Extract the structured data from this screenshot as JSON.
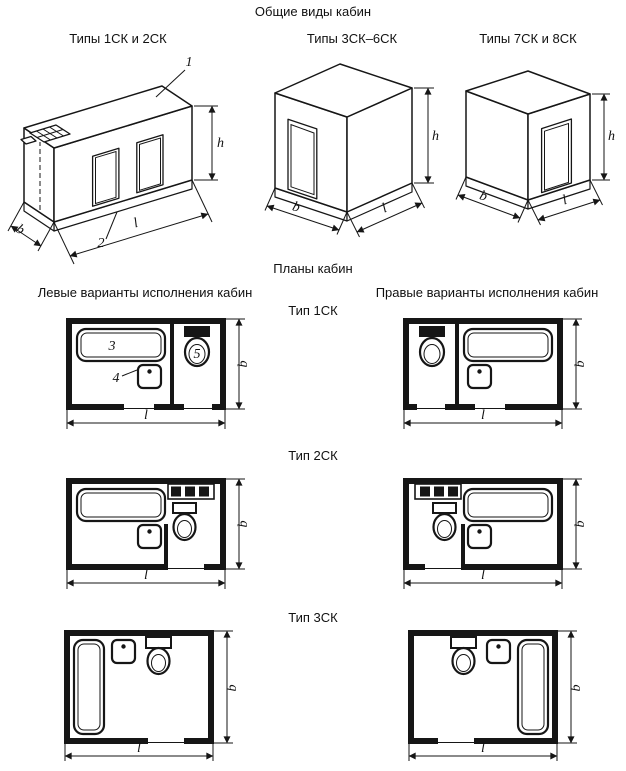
{
  "page": {
    "title": "Общие виды кабин",
    "plans_title": "Планы кабин",
    "left_header": "Левые варианты исполнения кабин",
    "right_header": "Правые варианты исполнения кабин"
  },
  "views": {
    "view1_title": "Типы 1СК и 2СК",
    "view2_title": "Типы 3СК–6СК",
    "view3_title": "Типы 7СК и 8СК"
  },
  "rows": {
    "row1_label": "Тип 1СК",
    "row2_label": "Тип 2СК",
    "row3_label": "Тип 3СК"
  },
  "callouts": {
    "roof_panel": "1",
    "base": "2",
    "bath": "3",
    "washbasin": "4",
    "toilet": "5"
  },
  "dims": {
    "b": "b",
    "l": "l",
    "h": "h"
  }
}
